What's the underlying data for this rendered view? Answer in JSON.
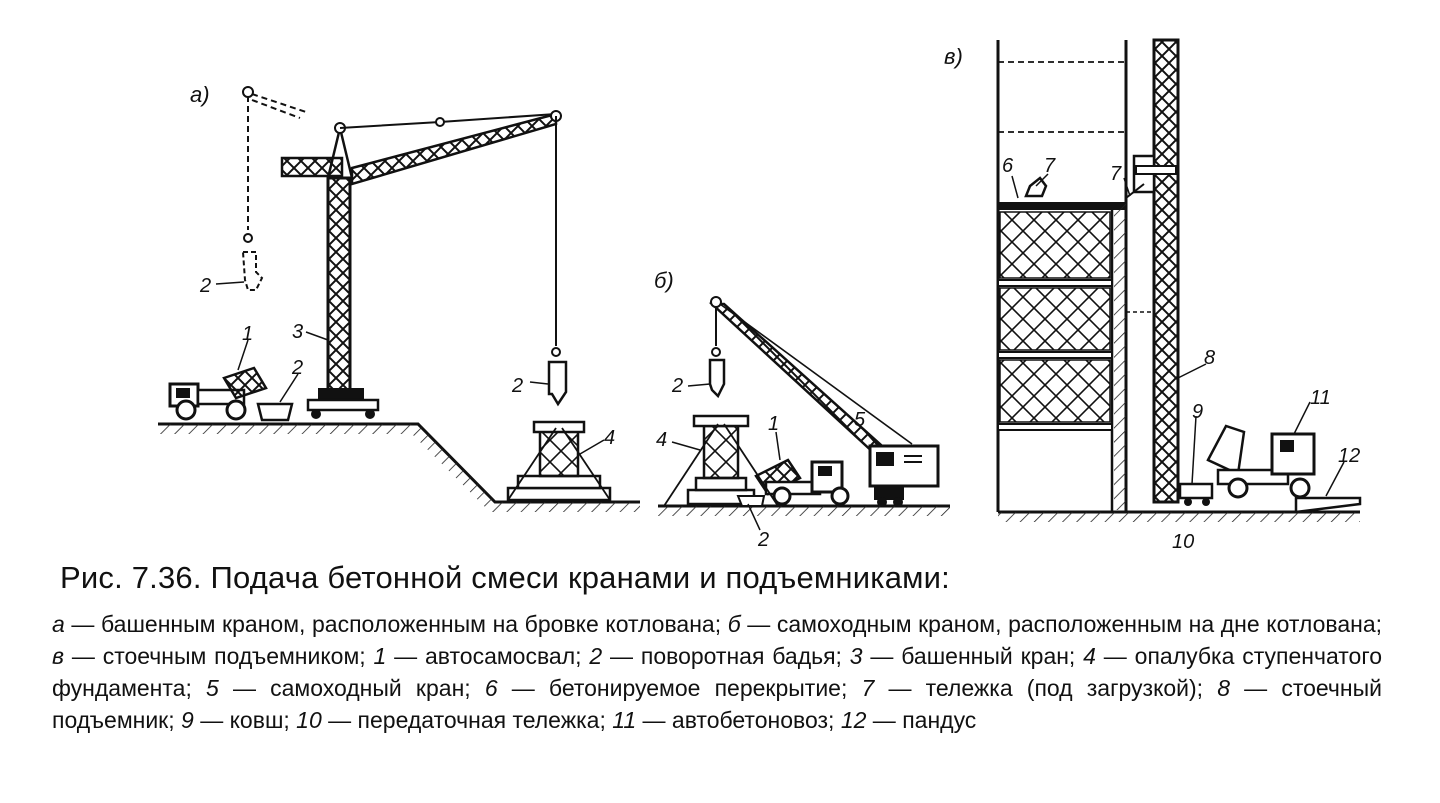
{
  "panels": {
    "a": "а)",
    "b": "б)",
    "c": "в)"
  },
  "labels": {
    "a_1": "1",
    "a_2_top": "2",
    "a_2_truck": "2",
    "a_3": "3",
    "a_2_right": "2",
    "a_4": "4",
    "b_2": "2",
    "b_4": "4",
    "b_1": "1",
    "b_5": "5",
    "b_2_bottom": "2",
    "c_6": "6",
    "c_7_left": "7",
    "c_7_right": "7",
    "c_8": "8",
    "c_9": "9",
    "c_10": "10",
    "c_11": "11",
    "c_12": "12"
  },
  "caption": {
    "title": "Рис.  7.36. Подача бетонной смеси кранами и подъемниками:",
    "items": [
      {
        "key": "а",
        "text": " — башенным краном, расположенным на бровке котлована; "
      },
      {
        "key": "б",
        "text": " — самоходным краном, расположенным на дне котлована; "
      },
      {
        "key": "в",
        "text": " — стоечным подъемником; "
      },
      {
        "key": "1",
        "text": " — автосамосвал; "
      },
      {
        "key": "2",
        "text": " — поворотная бадья; "
      },
      {
        "key": "3",
        "text": " — башенный кран; "
      },
      {
        "key": "4",
        "text": " — опалубка ступенчатого фундамента; "
      },
      {
        "key": "5",
        "text": " — самоходный кран; "
      },
      {
        "key": "6",
        "text": " — бетонируемое перекрытие; "
      },
      {
        "key": "7",
        "text": " — тележка (под загрузкой); "
      },
      {
        "key": "8",
        "text": " — стоечный подъемник; "
      },
      {
        "key": "9",
        "text": " — ковш; "
      },
      {
        "key": "10",
        "text": " — передаточная тележка; "
      },
      {
        "key": "11",
        "text": " — автобетоновоз; "
      },
      {
        "key": "12",
        "text": " — пандус"
      }
    ]
  }
}
